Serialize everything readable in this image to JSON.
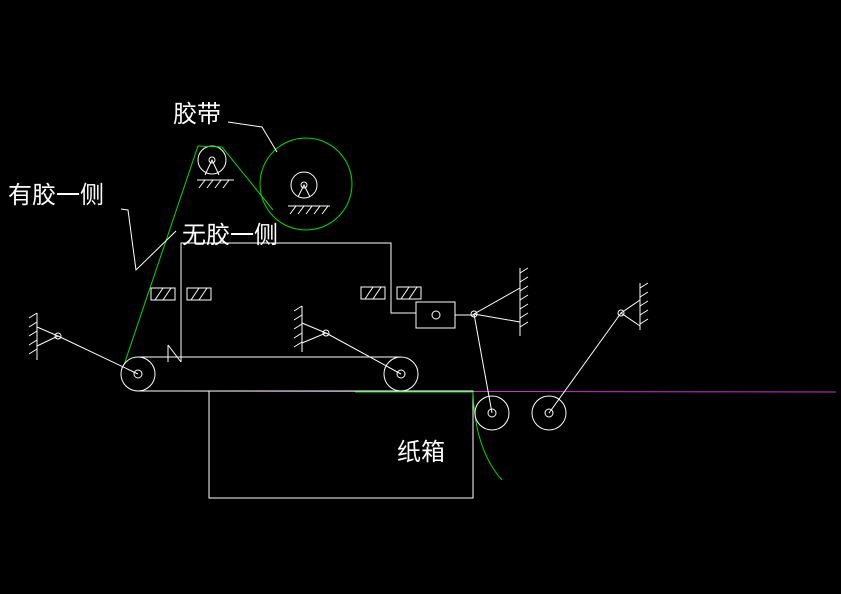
{
  "labels": {
    "tape": "胶带",
    "adhesive_side": "有胶一侧",
    "non_adhesive_side": "无胶一侧",
    "carton": "纸箱"
  },
  "colors": {
    "background": "#000000",
    "mechanism_lines": "#ffffff",
    "tape_lines": "#00dd00",
    "conveyor_line": "#cc33cc"
  },
  "icons": [
    "ground-hatch-icon",
    "pivot-joint-icon",
    "roller-icon",
    "guide-block-icon"
  ]
}
